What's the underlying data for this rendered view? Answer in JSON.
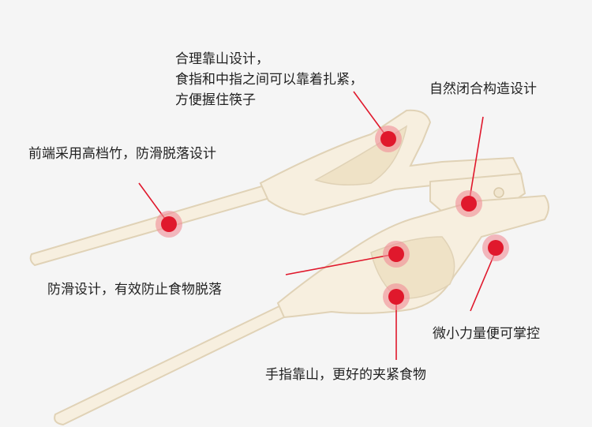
{
  "colors": {
    "background": "#f5f5f5",
    "chopstick": "#f7efdf",
    "chopstick_edge": "#e0d2b6",
    "marker": "#e0182c",
    "marker_ring": "#f08c96",
    "leader_line": "#e0182c",
    "text": "#222222"
  },
  "callouts": [
    {
      "id": "finger-rest",
      "lines": [
        "合理靠山设计，",
        "食指和中指之间可以靠着扎紧，",
        "方便握住筷子"
      ]
    },
    {
      "id": "closure",
      "lines": [
        "自然闭合构造设计"
      ]
    },
    {
      "id": "tip",
      "lines": [
        "前端采用高档竹，防滑脱落设计"
      ]
    },
    {
      "id": "anti-slip",
      "lines": [
        "防滑设计，有效防止食物脱落"
      ]
    },
    {
      "id": "light-grip",
      "lines": [
        "微小力量便可掌控"
      ]
    },
    {
      "id": "thumb-rest",
      "lines": [
        "手指靠山，更好的夹紧食物"
      ]
    }
  ]
}
